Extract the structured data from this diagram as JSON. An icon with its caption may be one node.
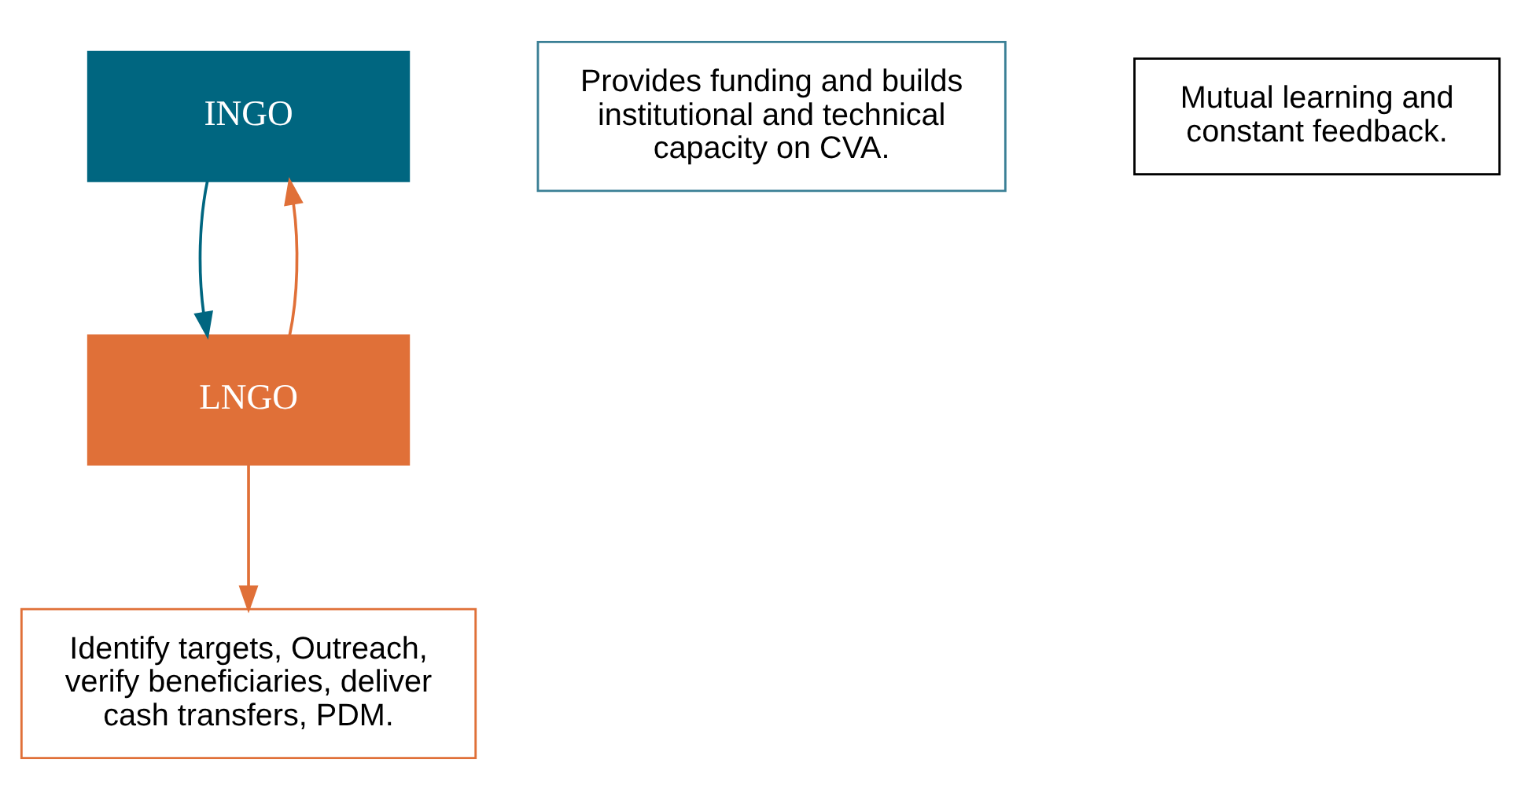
{
  "diagram": {
    "nodes": [
      {
        "text": [
          "INGO"
        ]
      },
      {
        "text": [
          "LNGO"
        ]
      },
      {
        "text": [
          "Provides funding and builds institutional and technical capacity on CVA."
        ]
      },
      {
        "text": [
          "Mutual learning and constant feedback."
        ]
      },
      {
        "text": [
          "Identify targets, Outreach, verify beneficiaries, deliver cash transfers, PDM."
        ]
      }
    ],
    "edges": [
      {
        "from": 0,
        "to": 1,
        "arrow": "to",
        "color": "#006680"
      },
      {
        "from": 1,
        "to": 0,
        "arrow": "to",
        "color": "#e07038"
      },
      {
        "from": 1,
        "to": 4,
        "arrow": "to",
        "color": "#e07038"
      }
    ]
  }
}
